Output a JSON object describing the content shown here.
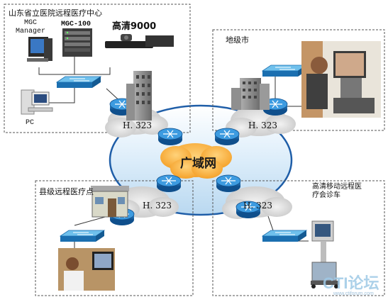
{
  "regions": {
    "provincial": {
      "title": "山东省立医院远程医疗中心",
      "devices": {
        "mgc_manager": "MGC\nManager",
        "mgc_100": "MGC-100",
        "hd9000": "高清9000",
        "pc": "PC"
      }
    },
    "city": {
      "title": "地级市"
    },
    "county": {
      "title": "县级远程医疗点"
    },
    "mobile": {
      "title": "高清移动远程医\n疗会诊车"
    }
  },
  "network": {
    "wan_label": "广域网",
    "h323_labels": [
      "H. 323",
      "H. 323",
      "H. 323",
      "H. 323"
    ]
  },
  "watermark": {
    "logo": "CTI论坛",
    "url": "www.ctiforum.com"
  },
  "colors": {
    "wan_cloud": "#ffb84a",
    "ellipse_fill": "#dcedfa",
    "ellipse_edge": "#1f5ea8",
    "router": "#1b6fb0",
    "switch": "#2a9bd8",
    "watermark": "#9ec9e6"
  },
  "icons": [
    "router-icon",
    "switch-icon",
    "building-icon",
    "server-icon",
    "pc-icon",
    "video-terminal-icon",
    "clinic-icon",
    "mobile-cart-icon",
    "cloud-icon"
  ]
}
